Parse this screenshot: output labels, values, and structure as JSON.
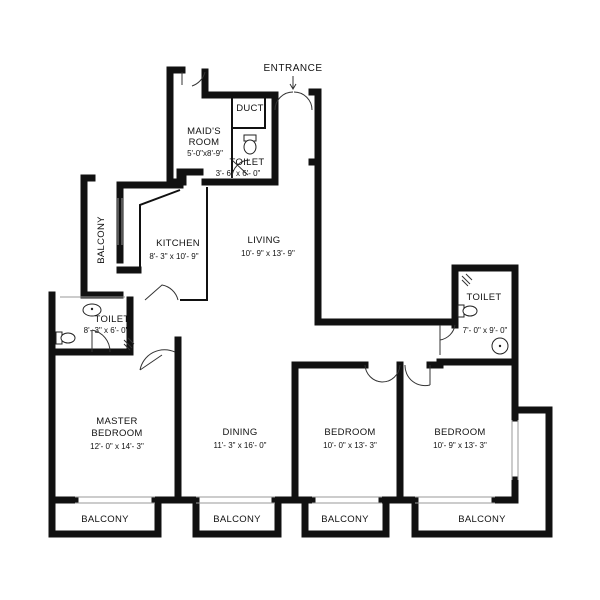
{
  "entrance": {
    "label": "ENTRANCE",
    "color": "#1aa0c8"
  },
  "rooms": {
    "duct": {
      "name": "DUCT"
    },
    "maids_room": {
      "name_line1": "MAID'S",
      "name_line2": "ROOM",
      "dims": "5'-0\"x8'-9\""
    },
    "maid_toilet": {
      "name": "TOILET",
      "dims": "3'- 6\" x 6'- 0\""
    },
    "kitchen": {
      "name": "KITCHEN",
      "dims": "8'- 3\" x 10'- 9\""
    },
    "balcony_kitchen": {
      "name": "BALCONY"
    },
    "living": {
      "name": "LIVING",
      "dims": "10'- 9\" x 13'- 9\""
    },
    "toilet_left": {
      "name": "TOILET",
      "dims": "8'- 3\" x 6'- 0\""
    },
    "toilet_right": {
      "name": "TOILET",
      "dims": "7'- 0\" x 9'- 0\""
    },
    "master_bedroom": {
      "name_line1": "MASTER",
      "name_line2": "BEDROOM",
      "dims": "12'- 0\" x 14'- 3\""
    },
    "dining": {
      "name": "DINING",
      "dims": "11'- 3\" x 16'- 0\""
    },
    "bedroom_mid": {
      "name": "BEDROOM",
      "dims": "10'- 0\" x 13'- 3\""
    },
    "bedroom_right": {
      "name": "BEDROOM",
      "dims": "10'- 9\" x 13'- 3\""
    },
    "balcony_1": {
      "name": "BALCONY"
    },
    "balcony_2": {
      "name": "BALCONY"
    },
    "balcony_3": {
      "name": "BALCONY"
    },
    "balcony_4": {
      "name": "BALCONY"
    }
  }
}
